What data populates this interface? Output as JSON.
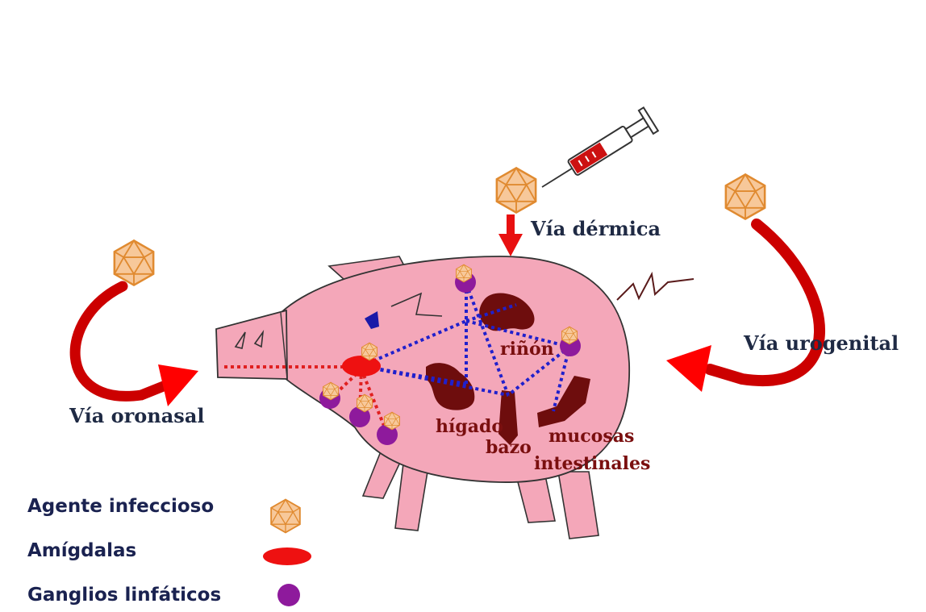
{
  "routes": {
    "oronasal": "Vía oronasal",
    "dermica": "Vía dérmica",
    "urogenital": "Vía urogenital"
  },
  "organs": {
    "rinon": "riñón",
    "higado": "hígado",
    "bazo": "bazo",
    "mucosas": "mucosas",
    "intestinales": "intestinales"
  },
  "legend": {
    "agente": "Agente infeccioso",
    "amigdalas": "Amígdalas",
    "ganglios": "Ganglios linfáticos"
  },
  "colors": {
    "pig_body": "#f4a7b9",
    "route_arrow": "#cc0000",
    "tonsil": "#ee1111",
    "lymph_node": "#8e1a9c",
    "organ": "#6e0d0d",
    "blue_paths": "#2020cc",
    "red_paths": "#e02020",
    "virus_fill": "#f7c89a",
    "virus_stroke": "#e08a30"
  },
  "icons": {
    "virus": "icosahedral-virus-icon",
    "syringe": "syringe-icon"
  }
}
